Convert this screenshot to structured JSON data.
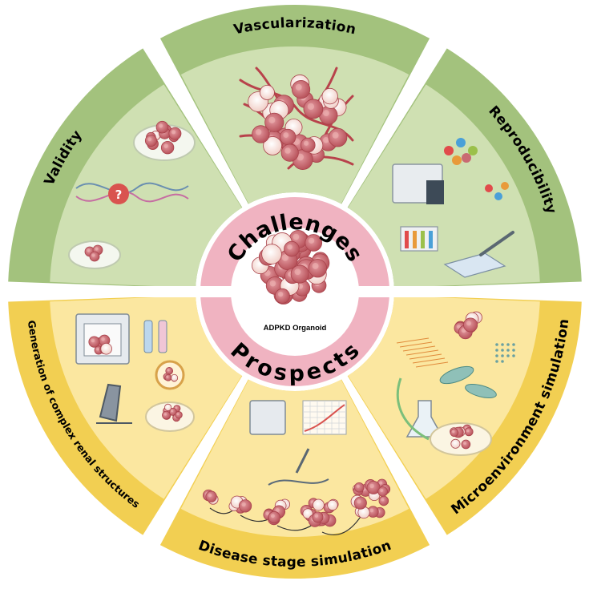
{
  "center": {
    "top_label": "Challenges",
    "bottom_label": "Prospects",
    "caption": "ADPKD Organoid"
  },
  "challenges": [
    {
      "label": "Vascularization"
    },
    {
      "label": "Reproducibility"
    },
    {
      "label": "Validity"
    }
  ],
  "prospects": [
    {
      "label": "Generation of complex renal structures"
    },
    {
      "label": "Disease stage simulation"
    },
    {
      "label": "Microenvironment simulation"
    }
  ],
  "colors": {
    "challenge_outer": "#a3c27d",
    "challenge_inner": "#cfe0b2",
    "prospect_outer": "#f2cf52",
    "prospect_inner": "#fbe7a0",
    "center_ring": "#f0b3c1",
    "cell_fill": "#c96a72",
    "cell_light": "#f8e2dc",
    "vessel": "#b8424b"
  }
}
